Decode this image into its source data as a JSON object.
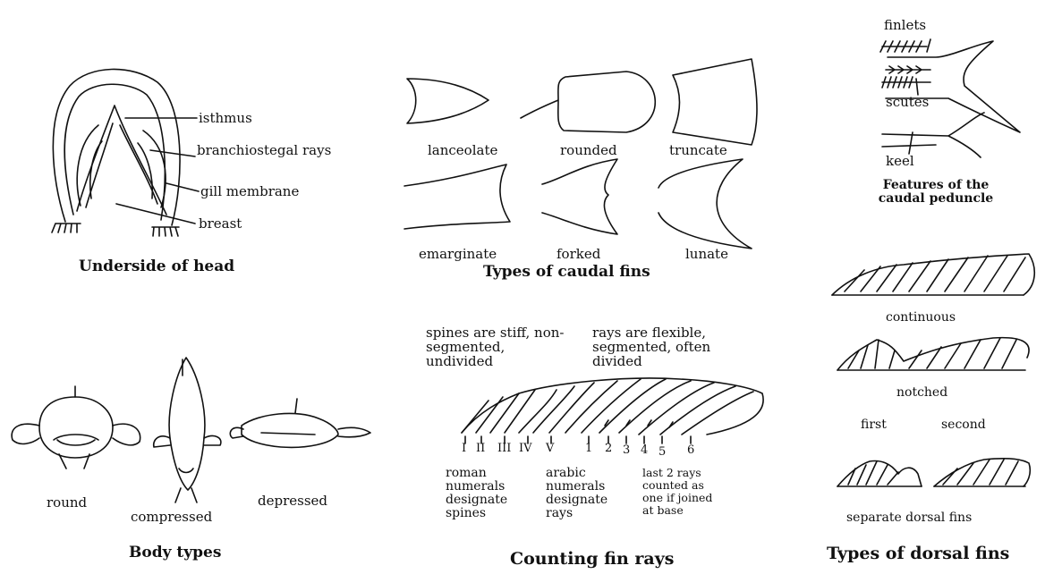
{
  "head": {
    "title": "Underside of head",
    "labels": {
      "isthmus": "isthmus",
      "branchiostegal": "branchiostegal rays",
      "gill": "gill membrane",
      "breast": "breast"
    }
  },
  "caudal": {
    "title": "Types of caudal fins",
    "types": [
      "lanceolate",
      "rounded",
      "truncate",
      "emarginate",
      "forked",
      "lunate"
    ]
  },
  "peduncle": {
    "title": "Features of the caudal peduncle",
    "labels": [
      "finlets",
      "scutes",
      "keel"
    ]
  },
  "body": {
    "title": "Body types",
    "types": [
      "round",
      "compressed",
      "depressed"
    ]
  },
  "fin_rays": {
    "title": "Counting fin rays",
    "spines_note": "spines are stiff, non-segmented, undivided",
    "rays_note": "rays are flexible, segmented, often divided",
    "roman": [
      "I",
      "II",
      "III",
      "IV",
      "V"
    ],
    "arabic": [
      "1",
      "2",
      "3",
      "4",
      "5",
      "6"
    ],
    "roman_note": "roman numerals designate spines",
    "arabic_note": "arabic numerals designate rays",
    "last_note": "last 2 rays counted as one if joined at base"
  },
  "dorsal": {
    "title": "Types of dorsal fins",
    "types": [
      "continuous",
      "notched",
      "separate dorsal fins"
    ],
    "first": "first",
    "second": "second"
  }
}
